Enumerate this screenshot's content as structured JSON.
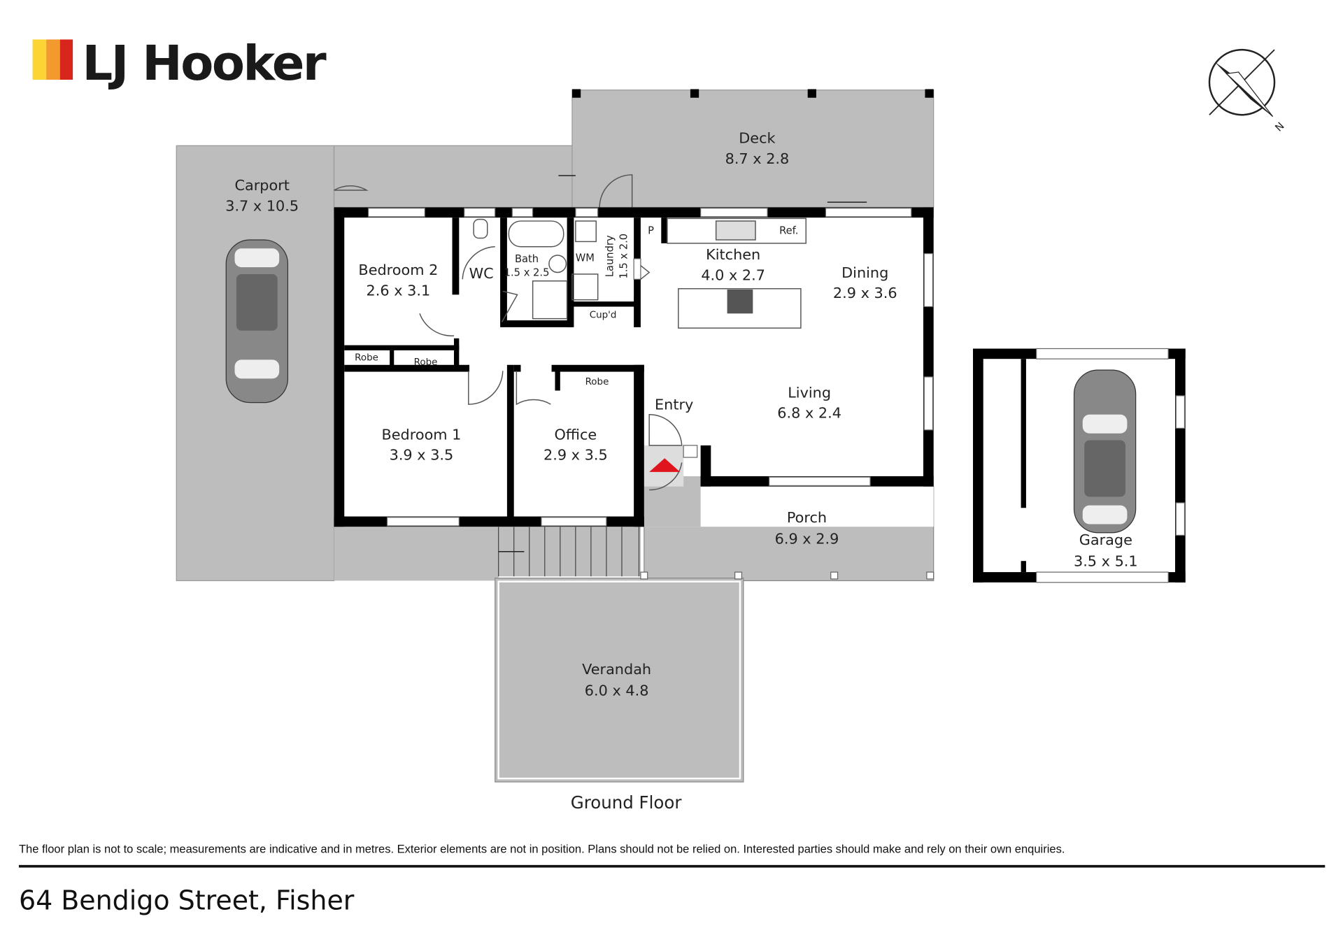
{
  "brand": {
    "name": "LJ Hooker",
    "colors": [
      "#fcd535",
      "#f39a2e",
      "#d9261c"
    ]
  },
  "compass": {
    "label": "N"
  },
  "rooms": {
    "deck": {
      "name": "Deck",
      "size": "8.7 x 2.8"
    },
    "carport": {
      "name": "Carport",
      "size": "3.7 x 10.5"
    },
    "bedroom2": {
      "name": "Bedroom 2",
      "size": "2.6 x 3.1"
    },
    "wc": {
      "name": "WC"
    },
    "bath": {
      "name": "Bath",
      "size": "1.5 x 2.5"
    },
    "wm": {
      "name": "WM"
    },
    "laundry": {
      "name": "Laundry",
      "size": "1.5 x 2.0"
    },
    "pantry": {
      "name": "P"
    },
    "ref": {
      "name": "Ref."
    },
    "kitchen": {
      "name": "Kitchen",
      "size": "4.0 x 2.7"
    },
    "dining": {
      "name": "Dining",
      "size": "2.9 x 3.6"
    },
    "cupd": {
      "name": "Cup'd"
    },
    "robe1": {
      "name": "Robe"
    },
    "robe2": {
      "name": "Robe"
    },
    "robe3": {
      "name": "Robe"
    },
    "entry": {
      "name": "Entry"
    },
    "living": {
      "name": "Living",
      "size": "6.8 x 2.4"
    },
    "bedroom1": {
      "name": "Bedroom 1",
      "size": "3.9 x 3.5"
    },
    "office": {
      "name": "Office",
      "size": "2.9 x 3.5"
    },
    "porch": {
      "name": "Porch",
      "size": "6.9 x 2.9"
    },
    "garage": {
      "name": "Garage",
      "size": "3.5 x 5.1"
    },
    "verandah": {
      "name": "Verandah",
      "size": "6.0 x 4.8"
    }
  },
  "floor_label": "Ground Floor",
  "disclaimer": "The floor plan is not to scale; measurements are indicative and in metres. Exterior elements are not in position. Plans should not be relied on. Interested parties should make and rely on their own enquiries.",
  "address": "64 Bendigo Street, Fisher"
}
